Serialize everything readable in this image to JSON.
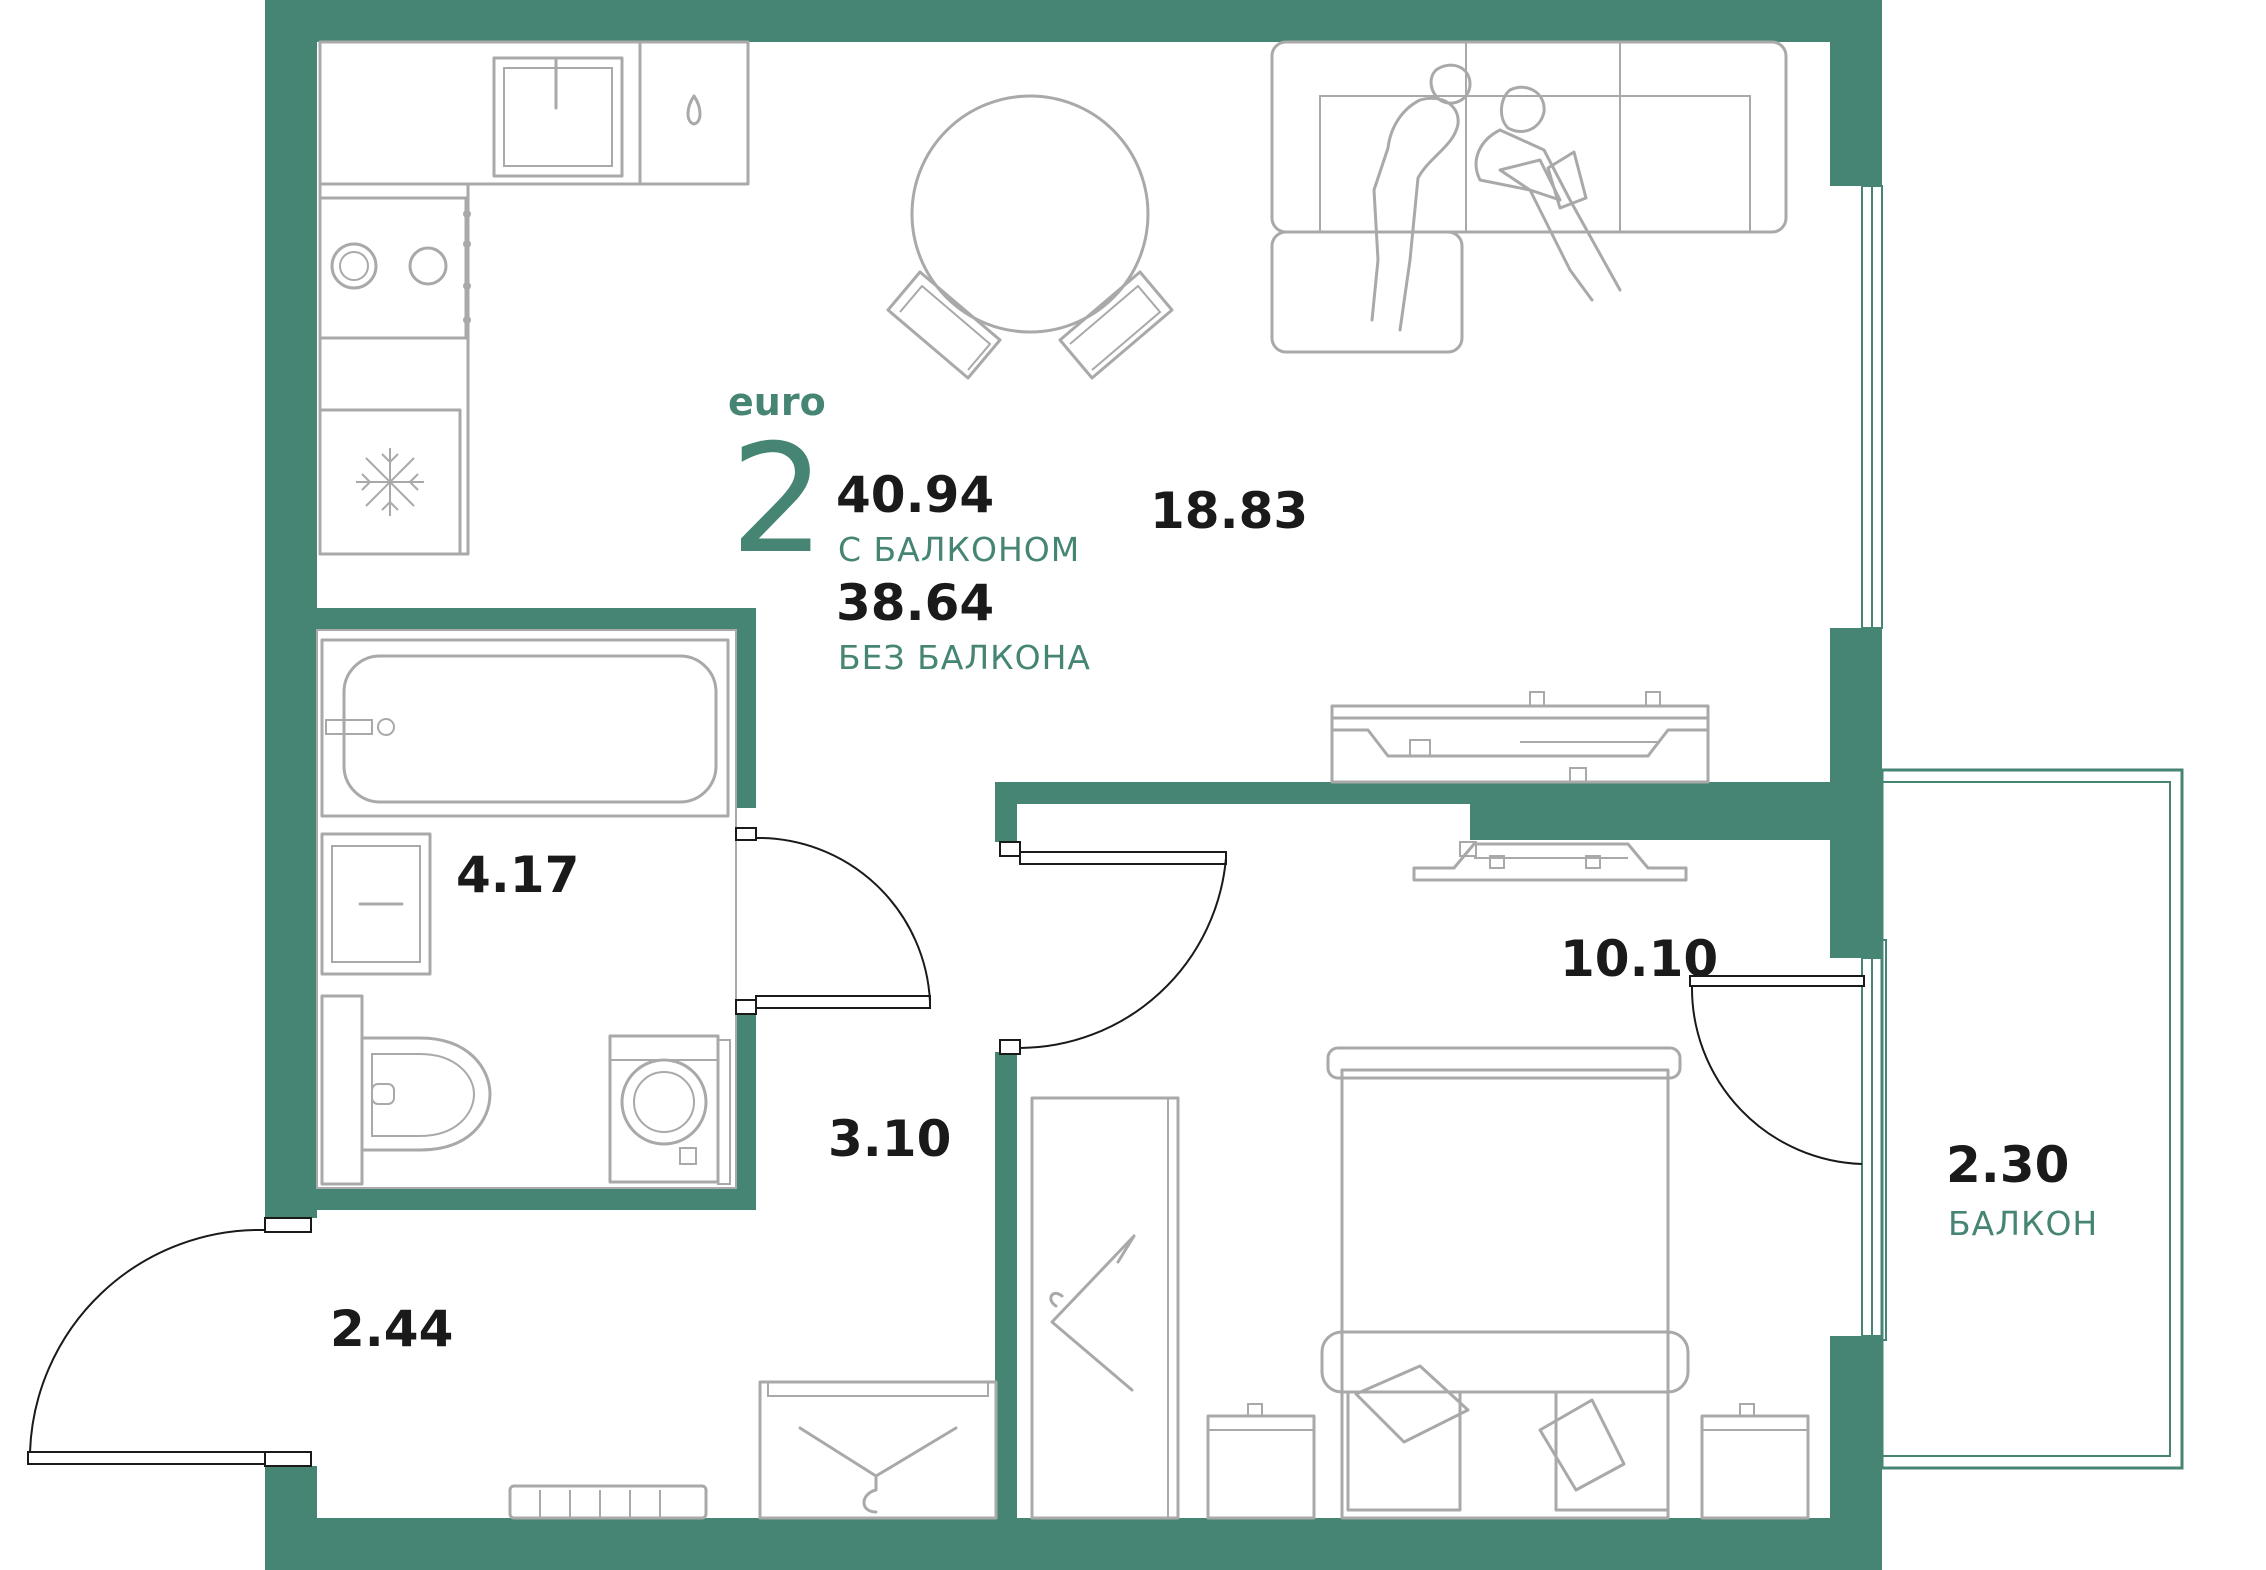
{
  "plan": {
    "type_prefix": "euro",
    "rooms_count": "2",
    "total_with_balcony": "40.94",
    "with_balcony_label": "С БАЛКОНОМ",
    "total_without_balcony": "38.64",
    "without_balcony_label": "БЕЗ БАЛКОНА"
  },
  "rooms": {
    "living_kitchen": "18.83",
    "bathroom": "4.17",
    "corridor": "3.10",
    "hall": "2.44",
    "bedroom": "10.10",
    "balcony": "2.30",
    "balcony_label": "БАЛКОН"
  },
  "colors": {
    "wall": "#468573",
    "furniture": "#a9a9a9",
    "text": "#1a1a1a"
  }
}
